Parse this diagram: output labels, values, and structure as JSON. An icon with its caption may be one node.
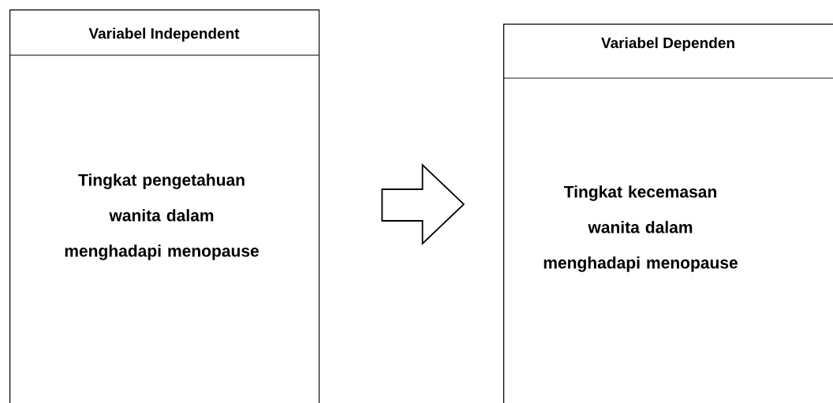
{
  "diagram": {
    "nodes": [
      {
        "text": [
          "Variabel Independent",
          "Tingkat pengetahuan wanita dalam menghadapi menopause"
        ]
      },
      {
        "text": [
          "Variabel Dependen",
          "Tingkat kecemasan wanita dalam menghadapi menopause"
        ]
      }
    ],
    "edges": [
      {
        "from": 0,
        "to": 1,
        "arrow": "to"
      }
    ]
  }
}
